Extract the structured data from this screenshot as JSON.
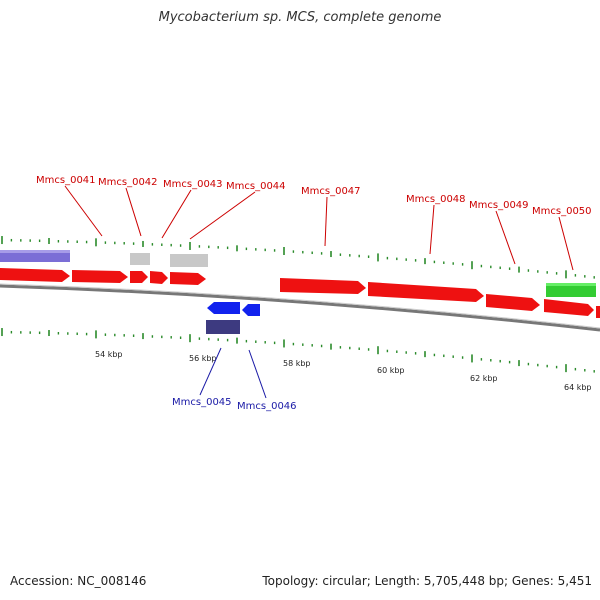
{
  "title": "Mycobacterium sp. MCS, complete genome",
  "footer": {
    "accession": "Accession: NC_008146",
    "info": "Topology: circular; Length: 5,705,448 bp; Genes: 5,451"
  },
  "colors": {
    "gene_forward": "#ee1111",
    "gene_reverse": "#1122ee",
    "label_red": "#cc0000",
    "label_blue": "#1a1aa6",
    "tick": "#2a8a2a"
  },
  "scale_labels": [
    "54 kbp",
    "56 kbp",
    "58 kbp",
    "60 kbp",
    "62 kbp",
    "64 kbp"
  ],
  "gene_labels": {
    "top": [
      "Mmcs_0041",
      "Mmcs_0042",
      "Mmcs_0043",
      "Mmcs_0044",
      "Mmcs_0047",
      "Mmcs_0048",
      "Mmcs_0049",
      "Mmcs_0050"
    ],
    "bottom": [
      "Mmcs_0045",
      "Mmcs_0046"
    ]
  }
}
